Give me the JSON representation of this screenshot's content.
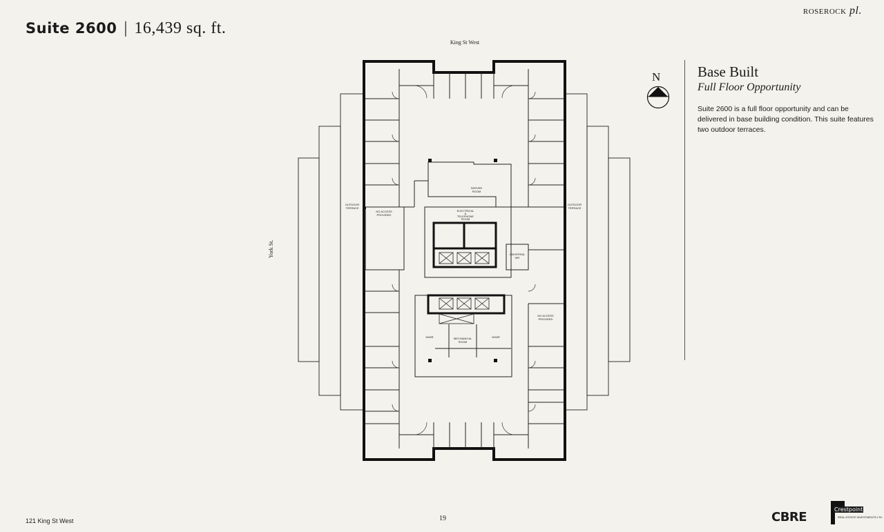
{
  "header": {
    "suite": "Suite 2600",
    "separator": "|",
    "area": "16,439 sq. ft."
  },
  "brand": {
    "name_part1": "rose",
    "name_part2": "rock",
    "name_part3": " pl."
  },
  "floorplan": {
    "street_north": "King St West",
    "street_west": "York St.",
    "compass": "N",
    "labels": {
      "outdoor_terrace_left": [
        "OUTDOOR",
        "TERRACE"
      ],
      "outdoor_terrace_right": [
        "OUTDOOR",
        "TERRACE"
      ],
      "no_access_left": [
        "NO ACCESS",
        "PROVIDED"
      ],
      "no_access_right": [
        "NO ACCESS",
        "PROVIDED"
      ],
      "server_room": [
        "SERVER",
        "ROOM"
      ],
      "electrical_room": [
        "ELECTRICAL",
        "&",
        "TELEPHONE",
        "ROOM"
      ],
      "universal_wr": [
        "UNIVERSAL",
        "WR"
      ],
      "mechanical_room": [
        "MECHANICAL",
        "ROOM"
      ],
      "mens_wr": "M/WR",
      "womens_wr": "W/WR"
    }
  },
  "info": {
    "heading": "Base Built",
    "subheading": "Full Floor Opportunity",
    "description": "Suite 2600 is a full floor opportunity and can be delivered in base building condition. This suite features two outdoor terraces."
  },
  "footer": {
    "address": "121 King St West",
    "page_number": "19",
    "cbre": "CBRE",
    "crestpoint": "Crestpoint",
    "crestpoint_sub": "REAL ESTATE INVESTMENTS LTD."
  }
}
